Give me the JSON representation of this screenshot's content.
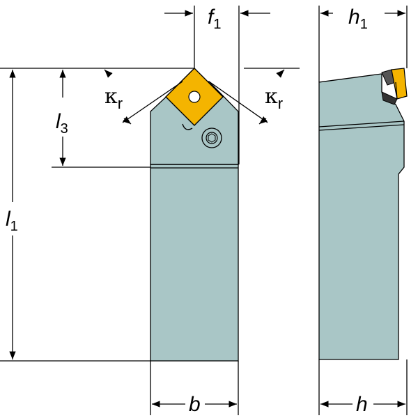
{
  "labels": {
    "f": "f",
    "f_sub": "1",
    "h_top": "h",
    "h_top_sub": "1",
    "l3": "l",
    "l3_sub": "3",
    "l1": "l",
    "l1_sub": "1",
    "kr_left": "κ",
    "kr_left_sub": "r",
    "kr_right": "κ",
    "kr_right_sub": "r",
    "b": "b",
    "h": "h"
  },
  "colors": {
    "holder": "#a9c6c6",
    "insert": "#f4b400",
    "line": "#000000"
  }
}
